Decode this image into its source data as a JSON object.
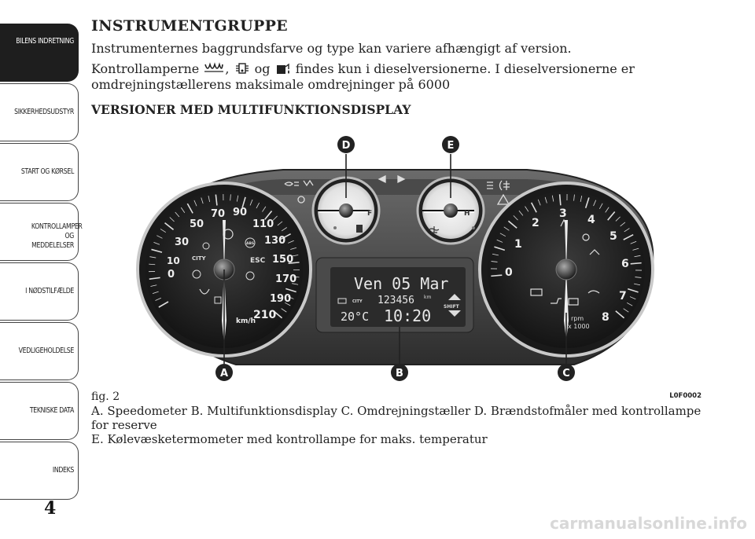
{
  "sidebar": {
    "tabs": [
      {
        "label": "BILENS INDRETNING",
        "active": true
      },
      {
        "label": "SIKKERHEDSUDSTYR",
        "active": false
      },
      {
        "label": "START OG KØRSEL",
        "active": false
      },
      {
        "label": "KONTROLLAMPER OG MEDDELELSER",
        "active": false
      },
      {
        "label": "I NØDSTILFÆLDE",
        "active": false
      },
      {
        "label": "VEDLIGEHOLDELSE",
        "active": false
      },
      {
        "label": "TEKNISKE DATA",
        "active": false
      },
      {
        "label": "INDEKS",
        "active": false
      }
    ]
  },
  "page_number": "4",
  "content": {
    "title": "INSTRUMENTGRUPPE",
    "para1": "Instrumenternes baggrundsfarve og type kan variere afhængigt af version.",
    "para2_a": "Kontrollamperne",
    "para2_sep": ",",
    "para2_og": "og",
    "para2_b": "findes kun i dieselversionerne. I dieselversionerne er",
    "para2_c": "omdrejningstællerens maksimale omdrejninger på 6000",
    "subtitle": "VERSIONER MED MULTIFUNKTIONSDISPLAY"
  },
  "figure": {
    "label": "fig. 2",
    "code": "L0F0002",
    "callouts": [
      "A",
      "B",
      "C",
      "D",
      "E"
    ],
    "speedometer": {
      "ticks": [
        "0",
        "10",
        "30",
        "50",
        "70",
        "90",
        "110",
        "130",
        "150",
        "170",
        "190",
        "210"
      ],
      "unit": "km/h",
      "badges": [
        "CITY",
        "ESC",
        "ABS"
      ]
    },
    "tachometer": {
      "ticks": [
        "0",
        "1",
        "2",
        "3",
        "4",
        "5",
        "6",
        "7",
        "8"
      ],
      "unit_line1": "rpm",
      "unit_line2": "x 1000"
    },
    "fuel_gauge": {
      "mark": "F"
    },
    "temp_gauge": {
      "mark": "H"
    },
    "display": {
      "date": "Ven 05 Mar",
      "mode": "CITY",
      "odometer": "123456",
      "odometer_unit": "km",
      "temperature": "20°C",
      "time": "10:20",
      "shift": "SHIFT"
    },
    "legend_line1": "A. Speedometer B. Multifunktionsdisplay C. Omdrejningstæller D. Brændstofmåler med kontrollampe for reserve",
    "legend_line2": "E. Kølevæsketermometer med kontrollampe for maks. temperatur"
  },
  "watermark": "carmanualsonline.info",
  "colors": {
    "tab_active": "#1e1e1e",
    "callout": "#222222",
    "display_bg": "#2b2b2b",
    "display_text": "#e8e8e8"
  }
}
